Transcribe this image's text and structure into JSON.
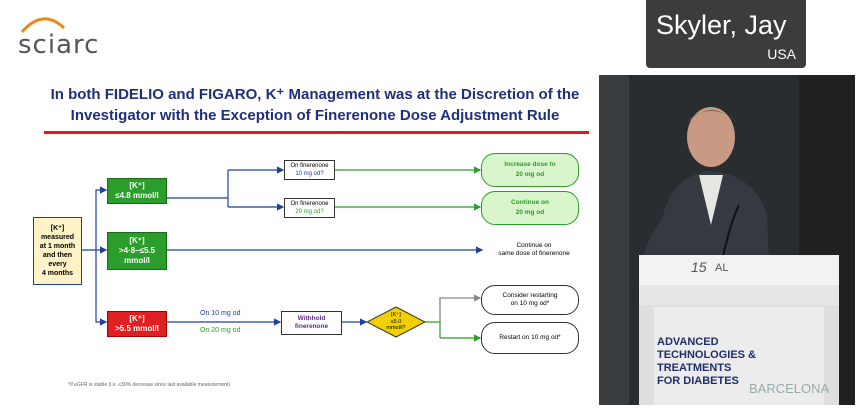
{
  "logo": {
    "text": "sciarc"
  },
  "speaker": {
    "name": "Skyler, Jay",
    "country": "USA"
  },
  "slide": {
    "title_line1": "In both FIDELIO and FIGARO, K⁺ Management was at the Discretion of the",
    "title_line2": "Investigator with the Exception of Finerenone Dose Adjustment Rule",
    "start_box": [
      "[K⁺] measured",
      "at 1 month",
      "and then",
      "every",
      "4 months"
    ],
    "k_low": [
      "[K⁺]",
      "≤4.8 mmol/l"
    ],
    "k_mid": [
      "[K⁺]",
      ">4·8–≤5.5",
      "mmol/l"
    ],
    "k_high": [
      "[K⁺]",
      ">5.5 mmol/l"
    ],
    "q_top1": [
      "On finerenone",
      "10 mg od?"
    ],
    "q_top2": [
      "On finerenone",
      "20 mg od?"
    ],
    "out_increase": [
      "Increase dose to",
      "20 mg od"
    ],
    "out_continue": [
      "Continue on",
      "20 mg od"
    ],
    "out_same": [
      "Continue on",
      "same dose of finerenone"
    ],
    "on10": "On 10 mg od",
    "on20": "On 20 mg od",
    "withhold": [
      "Withhold",
      "finerenone"
    ],
    "diamond": [
      "[K⁺]",
      "≤5.0",
      "mmol/l?"
    ],
    "out_consider": [
      "Consider restarting",
      "on 10 mg od*"
    ],
    "out_restart": "Restart on 10 mg od*",
    "footnote": "*If eGFR is stable (i.e. ≤30% decrease since last available measurement)"
  },
  "video": {
    "banner_lines": [
      "ADVANCED",
      "TECHNOLOGIES &",
      "TREATMENTS",
      "FOR DIABETES"
    ],
    "city": "BARCELONA",
    "podium_logo": "AL",
    "podium_number": "15"
  },
  "colors": {
    "green": "#2a9d2a",
    "red": "#e02020",
    "blue": "#1f3f9a",
    "yellow": "#fff2c6",
    "diamond": "#f2d000"
  }
}
